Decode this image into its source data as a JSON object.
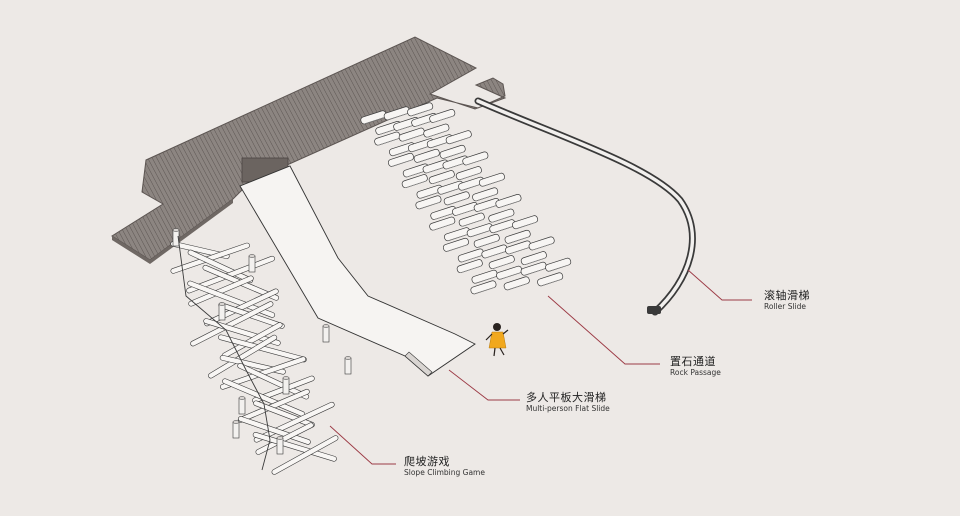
{
  "callouts": [
    {
      "id": "roller",
      "zh": "滚轴滑梯",
      "en": "Roller Slide"
    },
    {
      "id": "rock",
      "zh": "置石通道",
      "en": "Rock Passage"
    },
    {
      "id": "flat",
      "zh": "多人平板大滑梯",
      "en": "Multi-person Flat Slide"
    },
    {
      "id": "climb",
      "zh": "爬坡游戏",
      "en": "Slope Climbing Game"
    }
  ],
  "colors": {
    "background": "#ede9e6",
    "deck": "#8c8581",
    "deck_line": "#5c5552",
    "leader": "#9c3a45",
    "outline": "#3a3a3a",
    "child_dress": "#f1a81e"
  }
}
